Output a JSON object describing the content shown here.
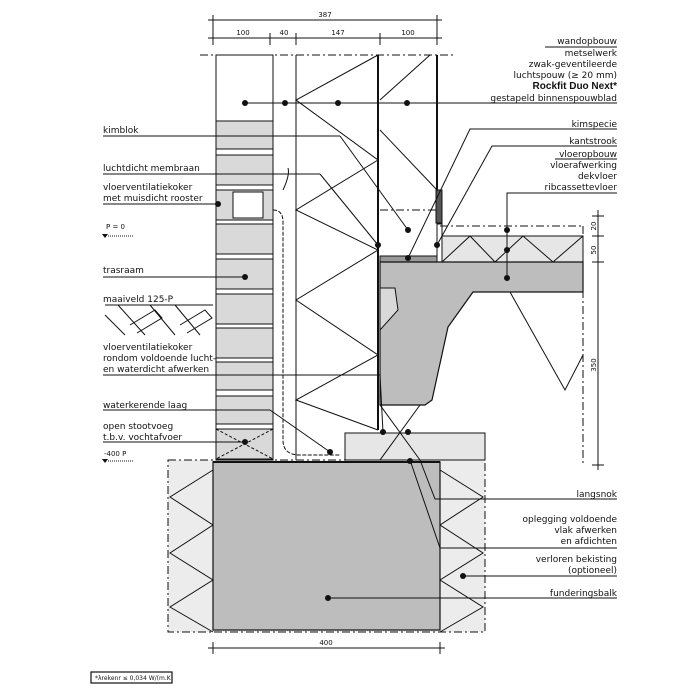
{
  "dimensions": {
    "total_width": "387",
    "parts": [
      "100",
      "40",
      "147",
      "100"
    ],
    "floor_finish": "20",
    "screed": "50",
    "slab": "350",
    "foundation_width": "400"
  },
  "levels": {
    "floor": "P = 0",
    "foundation": "-400 P"
  },
  "labels_left": {
    "kimblok": "kimblok",
    "membrane": "luchtdicht membraan",
    "vent_cover": [
      "vloerventilatiekoker",
      "met muisdicht rooster"
    ],
    "trasraam": "trasraam",
    "ground": "maaiveld 125-P",
    "vent_duct": [
      "vloerventilatiekoker",
      "rondom voldoende lucht-",
      "en waterdicht afwerken"
    ],
    "dpc": "waterkerende laag",
    "weep": [
      "open stootvoeg",
      "t.b.v. vochtafvoer"
    ]
  },
  "labels_right": {
    "wall": [
      "wandopbouw",
      "metselwerk",
      "zwak-geventileerde",
      "luchtspouw (≥ 20 mm)",
      "Rockfit Duo Next*",
      "gestapeld binnenspouwblad"
    ],
    "kimspecie": "kimspecie",
    "kantstrook": "kantstrook",
    "floor": [
      "vloeropbouw",
      "vloerafwerking",
      "dekvloer",
      "ribcassettevloer"
    ],
    "langsnok": "langsnok",
    "oplegging": [
      "oplegging voldoende",
      "vlak afwerken",
      "en afdichten"
    ],
    "bekisting": [
      "verloren bekisting",
      "(optioneel)"
    ],
    "funderingsbalk": "funderingsbalk"
  },
  "footnote": "*λrekenr ≤ 0,034 W/(m.K)"
}
